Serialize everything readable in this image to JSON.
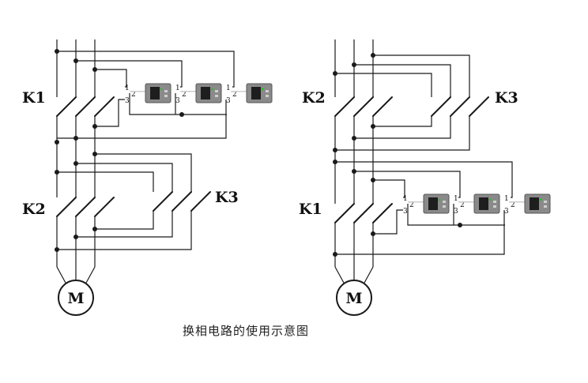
{
  "caption": "换相电路的使用示意图",
  "left_diagram": {
    "contactor_top": "K1",
    "contactor_bottom": "K2",
    "contactor_side": "K3",
    "motor": "M"
  },
  "right_diagram": {
    "contactor_top": "K2",
    "contactor_side": "K3",
    "contactor_bottom": "K1",
    "motor": "M"
  },
  "module_pins": {
    "top": "1",
    "mid": "2",
    "bottom": "3"
  },
  "colors": {
    "line": "#1a1a1a",
    "module_body": "#8a8a8a",
    "module_screen": "#1e1e1e",
    "module_led": "#00d000"
  }
}
